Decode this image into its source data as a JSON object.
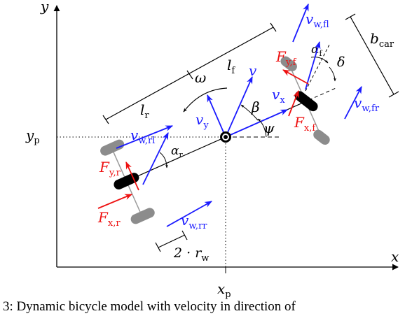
{
  "axes": {
    "x_label": "x",
    "y_label": "y",
    "xp_label": "x",
    "xp_sub": "p",
    "yp_label": "y",
    "yp_sub": "p"
  },
  "dimensions": {
    "lf": {
      "main": "l",
      "sub": "f"
    },
    "lr": {
      "main": "l",
      "sub": "r"
    },
    "bcar": {
      "main": "b",
      "sub": "car"
    },
    "rw": {
      "main": "2 · r",
      "sub": "w"
    }
  },
  "kinematics": {
    "omega": "ω",
    "v": "v",
    "vx": {
      "main": "v",
      "sub": "x"
    },
    "vy": {
      "main": "v",
      "sub": "y"
    },
    "beta": "β",
    "psi": "ψ",
    "delta": "δ",
    "alpha_f": {
      "main": "α",
      "sub": "f"
    },
    "alpha_r": {
      "main": "α",
      "sub": "r"
    }
  },
  "wheel_velocities": {
    "fl": {
      "main": "v",
      "sub": "w,fl"
    },
    "fr": {
      "main": "v",
      "sub": "w,fr"
    },
    "rl": {
      "main": "v",
      "sub": "w,rl"
    },
    "rr": {
      "main": "v",
      "sub": "w,rr"
    }
  },
  "forces": {
    "fyf": {
      "main": "F",
      "sub": "y,f"
    },
    "fxf": {
      "main": "F",
      "sub": "x,f"
    },
    "fyr": {
      "main": "F",
      "sub": "y,r"
    },
    "fxr": {
      "main": "F",
      "sub": "x,r"
    }
  },
  "colors": {
    "axis": "#000000",
    "velocity": "#1a1aff",
    "force": "#ee1111",
    "wheel_gray": "#8c8c8c",
    "wheel_black": "#000000"
  },
  "caption": "3: Dynamic bicycle model with velocity in direction of"
}
